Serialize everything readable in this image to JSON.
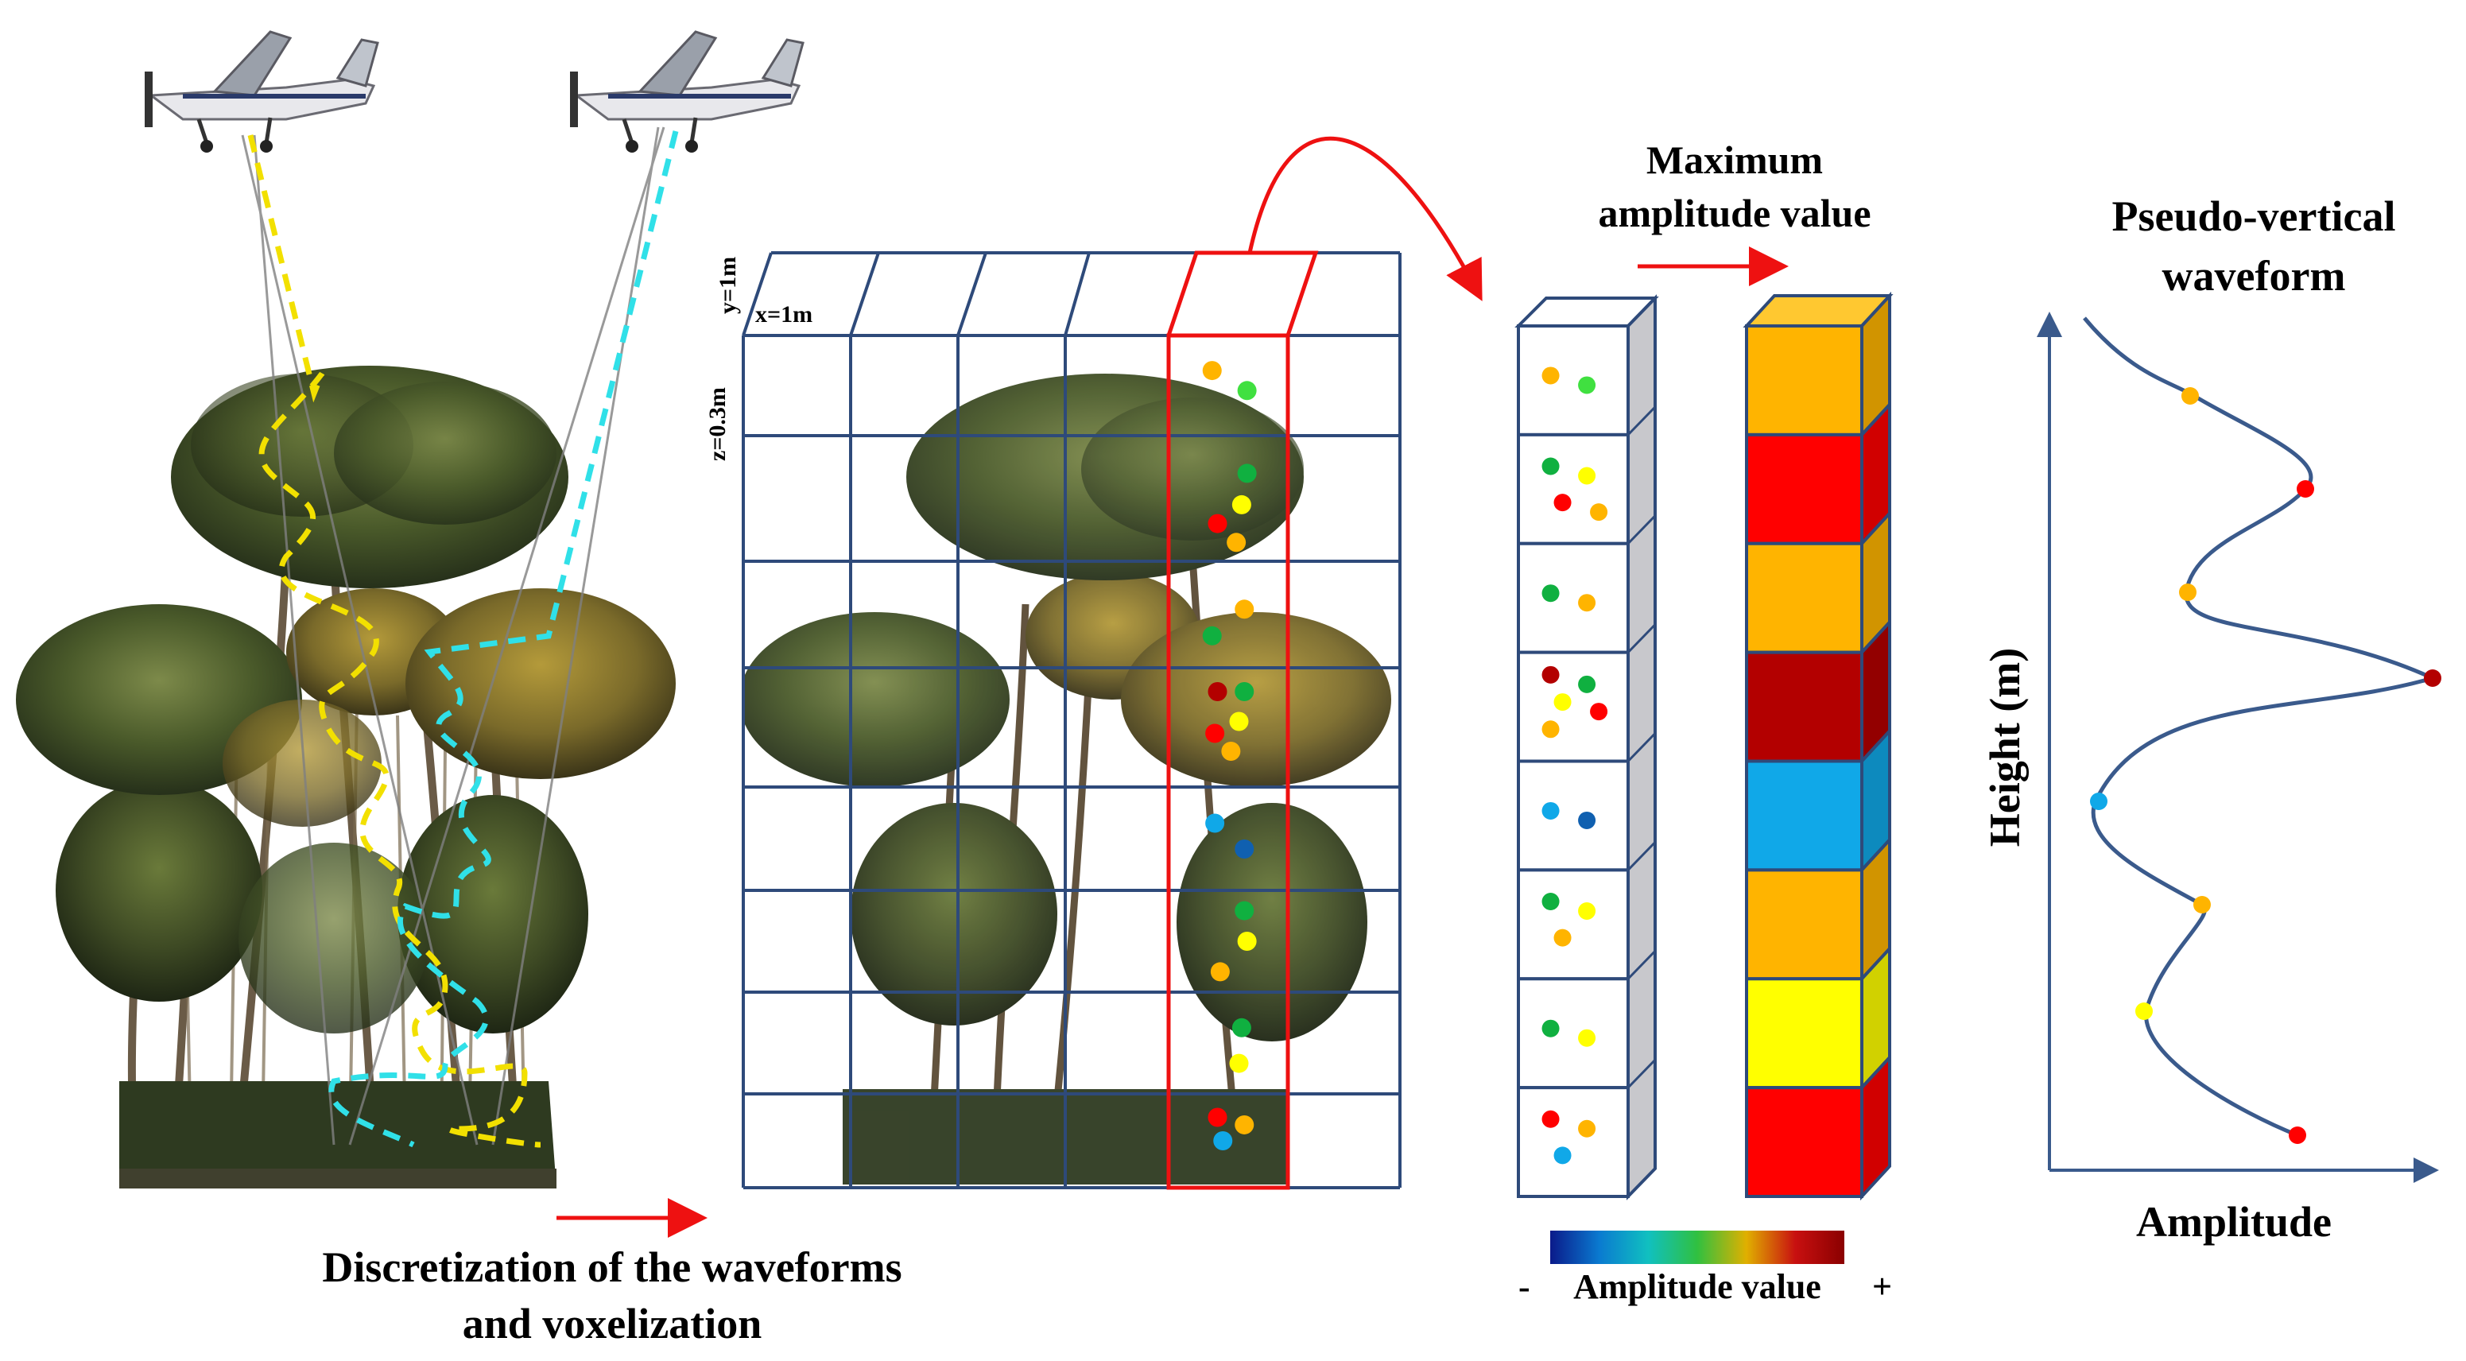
{
  "labels": {
    "discretization": "Discretization of the waveforms",
    "voxelization": "and voxelization",
    "max_amp_1": "Maximum",
    "max_amp_2": "amplitude value",
    "pseudo_1": "Pseudo-vertical",
    "pseudo_2": "waveform",
    "height_axis": "Height (m)",
    "amplitude_axis": "Amplitude",
    "colorbar_minus": "-",
    "colorbar_label": "Amplitude value",
    "colorbar_plus": "+",
    "dim_x": "x=1m",
    "dim_y": "y=1m",
    "dim_z": "z=0.3m"
  },
  "colors": {
    "grid": "#2e4a7a",
    "highlight": "#ee1111",
    "arrow": "#ee1111",
    "yellow_beam": "#f2e000",
    "cyan_beam": "#30e0e8",
    "curve": "#3a5a8c",
    "axis": "#3a5a8c",
    "amp_red": "#ff0000",
    "amp_darkred": "#b30000",
    "amp_orange": "#ffb400",
    "amp_yellow": "#ffff00",
    "amp_blue": "#10a8e8",
    "amp_navy": "#1060b0",
    "amp_green": "#10b040",
    "amp_lightgreen": "#40e040",
    "colorbar_stops": [
      "#0a1a8a",
      "#0a7ad0",
      "#10c0c0",
      "#30c040",
      "#e0b000",
      "#c81010",
      "#8a0000"
    ]
  },
  "icons": [
    "airplane-icon",
    "tree-canopy-illustration"
  ],
  "voxel_column": [
    {
      "points": [
        "amp_orange",
        "amp_lightgreen"
      ]
    },
    {
      "points": [
        "amp_green",
        "amp_yellow",
        "amp_red",
        "amp_orange"
      ]
    },
    {
      "points": [
        "amp_green",
        "amp_orange"
      ]
    },
    {
      "points": [
        "amp_darkred",
        "amp_green",
        "amp_yellow",
        "amp_red",
        "amp_orange"
      ]
    },
    {
      "points": [
        "amp_blue",
        "amp_navy"
      ]
    },
    {
      "points": [
        "amp_green",
        "amp_yellow",
        "amp_orange"
      ]
    },
    {
      "points": [
        "amp_green",
        "amp_yellow"
      ]
    },
    {
      "points": [
        "amp_red",
        "amp_orange",
        "amp_blue"
      ]
    }
  ],
  "max_amplitude_column": [
    "amp_orange",
    "amp_red",
    "amp_orange",
    "amp_darkred",
    "amp_blue",
    "amp_orange",
    "amp_yellow",
    "amp_red"
  ]
}
